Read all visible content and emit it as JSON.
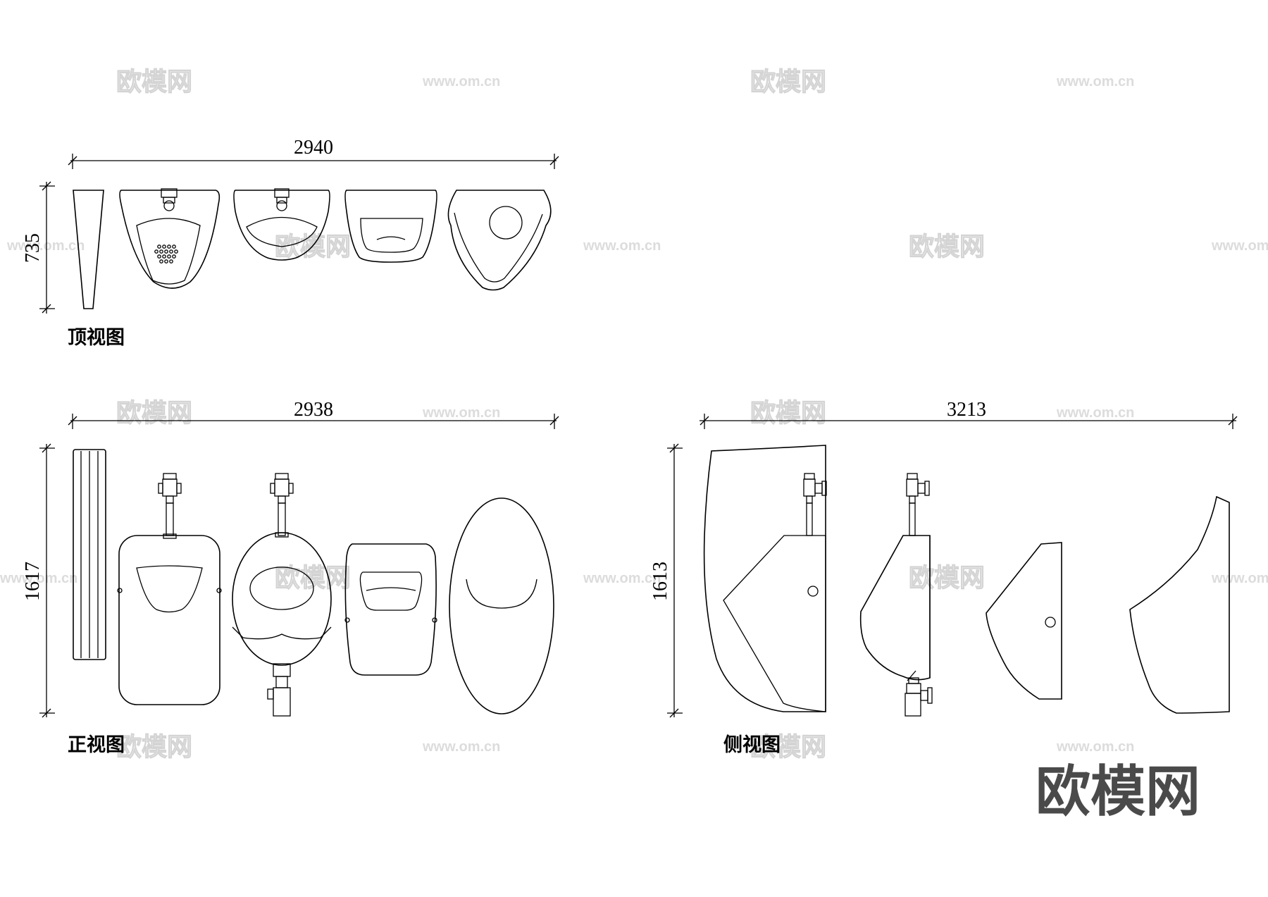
{
  "views": {
    "top": {
      "label": "顶视图",
      "width_dim": "2940",
      "height_dim": "735"
    },
    "front": {
      "label": "正视图",
      "width_dim": "2938",
      "height_dim": "1617"
    },
    "side": {
      "label": "侧视图",
      "width_dim": "3213",
      "height_dim": "1613"
    }
  },
  "watermark": {
    "logo_text": "欧模网",
    "url_text": "www.om.cn"
  },
  "brand": {
    "text": "欧模网"
  }
}
